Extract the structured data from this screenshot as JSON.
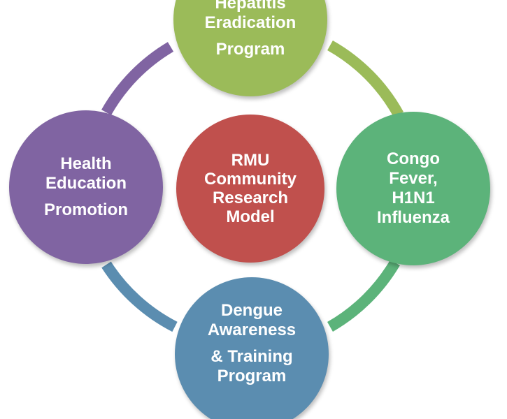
{
  "diagram": {
    "center": {
      "lines": [
        "RMU",
        "Community",
        "Research",
        "Model"
      ],
      "color": "#c0504d"
    },
    "nodes": {
      "top": {
        "lines": [
          "Hepatitis",
          "Eradication",
          "Program"
        ],
        "color": "#9bbb59"
      },
      "right": {
        "lines": [
          "Congo",
          "Fever,",
          "H1N1",
          "Influenza"
        ],
        "color": "#5cb37a"
      },
      "bottom": {
        "lines": [
          "Dengue",
          "Awareness",
          "& Training",
          "Program"
        ],
        "color": "#5b8db0"
      },
      "left": {
        "lines": [
          "Health",
          "Education",
          "Promotion"
        ],
        "color": "#8064a2"
      }
    },
    "connectors": {
      "top_right": "#9bbb59",
      "right_bottom": "#5cb37a",
      "bottom_left": "#5b8db0",
      "left_top": "#8064a2"
    }
  }
}
